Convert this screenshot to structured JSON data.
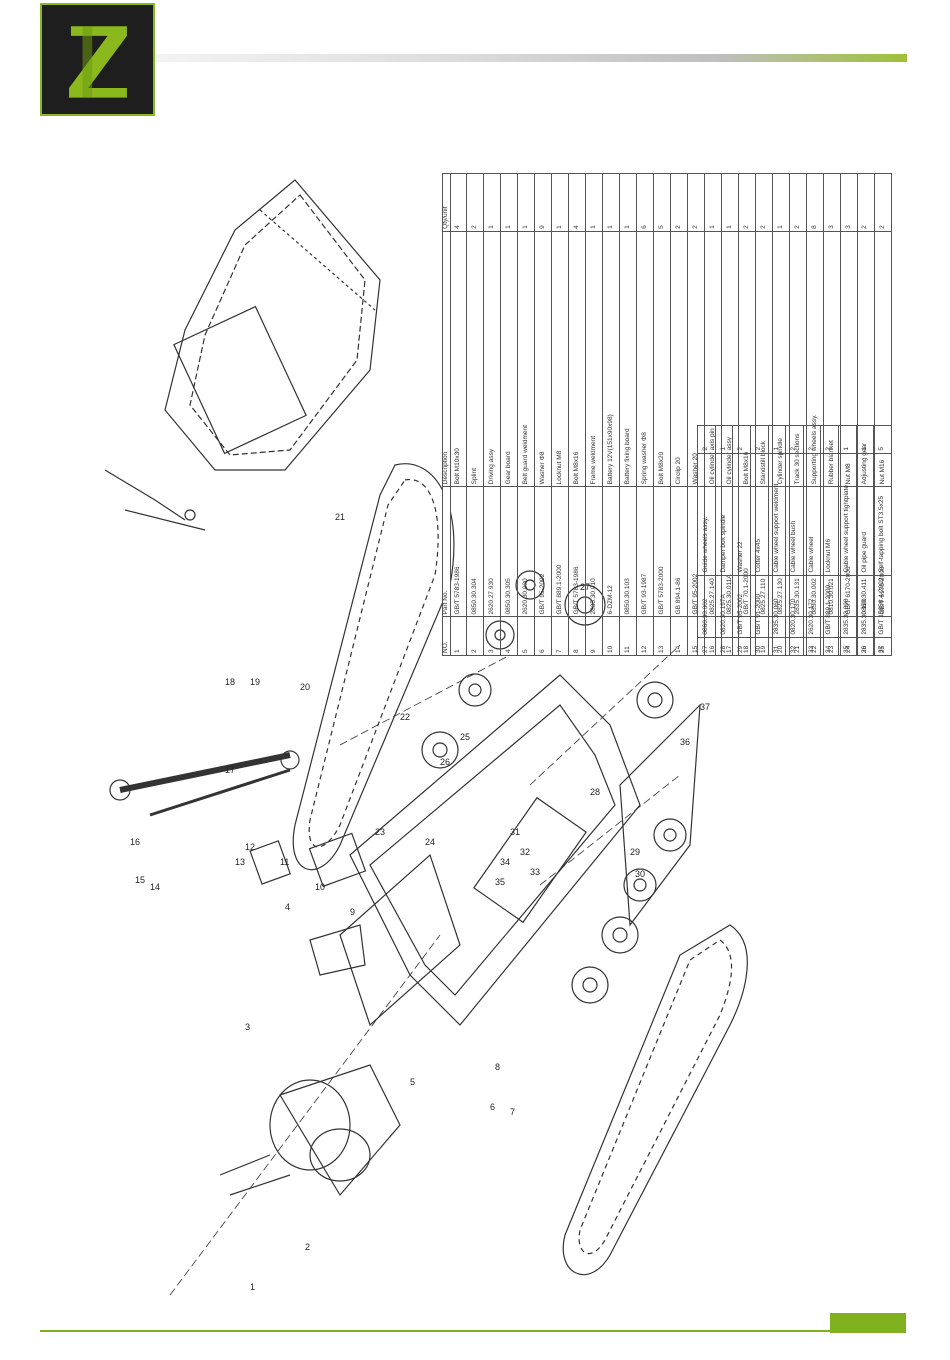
{
  "brand": {
    "logo_letter": "Z",
    "accent_color": "#7fb11e",
    "logo_bg": "#1e1e1e"
  },
  "parts_table": {
    "headers": [
      "NO.",
      "Part No.",
      "Description",
      "Qty/unit"
    ],
    "rows": [
      [
        "1",
        "GB/T 5783-1986",
        "Bolt M10x30",
        "4"
      ],
      [
        "2",
        "0850.30.304",
        "Splint",
        "2"
      ],
      [
        "3",
        "2620.27.930",
        "Driving assy",
        "1"
      ],
      [
        "4",
        "0850.30.305",
        "Gear board",
        "1"
      ],
      [
        "5",
        "2620.30.030",
        "Belt guard weldment",
        "1"
      ],
      [
        "6",
        "GB/T 95-2002",
        "Washer Φ8",
        "9"
      ],
      [
        "7",
        "GB/T 889.1-2000",
        "Locknut M8",
        "1"
      ],
      [
        "8",
        "GB/T 5783-1986",
        "Bolt M8x16",
        "4"
      ],
      [
        "9",
        "2835.30.010",
        "Frame weldment",
        "1"
      ],
      [
        "10",
        "6-DZM-12",
        "Battery 12V(151x90x98)",
        "1"
      ],
      [
        "11",
        "0850.30.103",
        "Battery fixing board",
        "1"
      ],
      [
        "12",
        "GB/T 93-1987",
        "Spring washer Φ8",
        "6"
      ],
      [
        "13",
        "GB/T 5783-2000",
        "Bolt M8x20",
        "5"
      ],
      [
        "14",
        "GB 894.1-86",
        "Circlip 20",
        "2"
      ],
      [
        "15",
        "GB/T 95-2002",
        "Washer 20",
        "2"
      ],
      [
        "16",
        "0825.27.140",
        "Oil cylinder axis pin",
        "1"
      ],
      [
        "17",
        "0825.30.011A",
        "Oil cylinder assy",
        "1"
      ],
      [
        "18",
        "GB/T 70.1-2000",
        "Bolt M8x16",
        "2"
      ],
      [
        "19",
        "0825.27.110",
        "Standstill block",
        "2"
      ],
      [
        "20",
        "0825.27.130",
        "Cylinder spindle",
        "1"
      ],
      [
        "21",
        "2835.30.131",
        "Track 30 sections",
        "2"
      ],
      [
        "22",
        "0850.30.002",
        "Supporting wheels assy.",
        "8"
      ],
      [
        "23",
        "0810.30.021",
        "Rubber blanket",
        "3"
      ],
      [
        "24",
        "GB/T 6170-2000",
        "Nut M8",
        "3"
      ],
      [
        "26",
        "0860.30.411",
        "Adjusting gear",
        "2"
      ],
      [
        "25",
        "GB/T 6170-2000",
        "Nut M16",
        "2"
      ]
    ],
    "rows2": [
      [
        "27",
        "0860.30.002",
        "Guide wheels assy.",
        "2"
      ],
      [
        "28",
        "0820.30.197A",
        "Damper box spindle",
        "1"
      ],
      [
        "29",
        "GB/T 95-2002",
        "Washer 22",
        "2"
      ],
      [
        "30",
        "GB/T 91-2000",
        "Cotter 4x45",
        "2"
      ],
      [
        "31",
        "2835.30.060",
        "Cable wheel support weldment",
        "1"
      ],
      [
        "32",
        "0820.30.170",
        "Cable wheel bush",
        "2"
      ],
      [
        "33",
        "2620.30.172",
        "Cable wheel",
        "2"
      ],
      [
        "34",
        "GB/T 889.1-2000",
        "Locknut M6",
        "2"
      ],
      [
        "35",
        "2835.30.090",
        "Cable wheel support tightplate",
        "1"
      ],
      [
        "36",
        "2835.30.190",
        "Oil pipe guard",
        "1"
      ],
      [
        "37",
        "GB/T 15856.4-2002",
        "Self-tapping bolt ST3.5x25",
        "5"
      ]
    ]
  },
  "callouts": [
    "1",
    "2",
    "3",
    "4",
    "5",
    "6",
    "7",
    "8",
    "9",
    "10",
    "11",
    "12",
    "13",
    "14",
    "15",
    "16",
    "17",
    "18",
    "19",
    "20",
    "21",
    "22",
    "23",
    "24",
    "25",
    "26",
    "27",
    "28",
    "29",
    "30",
    "31",
    "32",
    "33",
    "34",
    "35",
    "36",
    "37"
  ]
}
